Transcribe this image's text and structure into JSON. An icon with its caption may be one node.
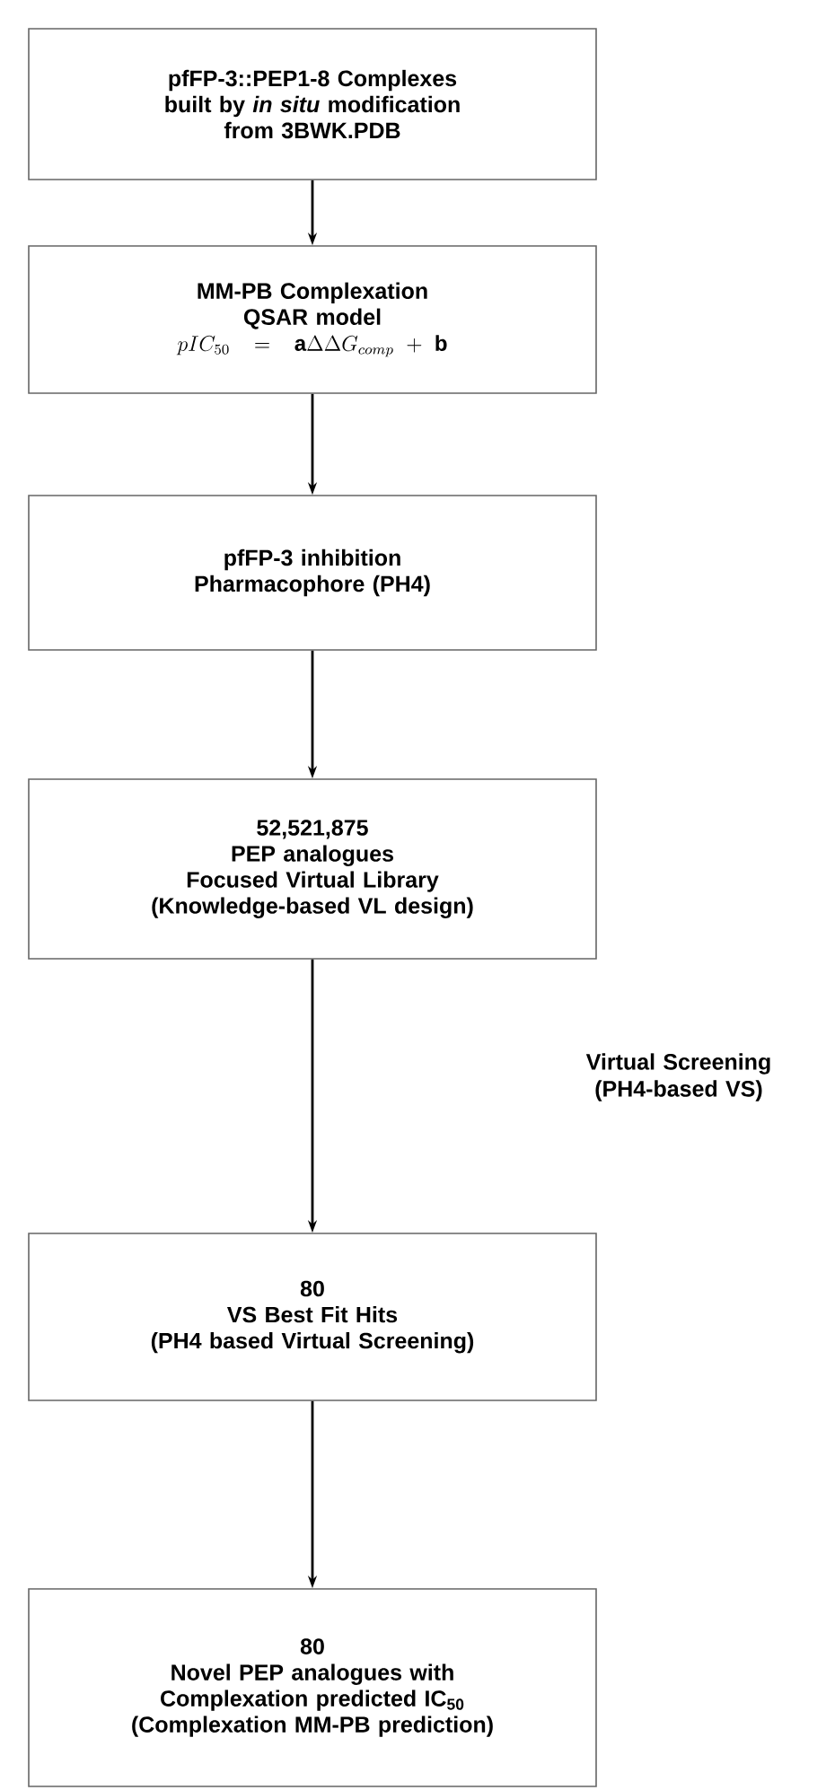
{
  "diagram": {
    "nodes": [
      {
        "text": [
          "pfFP-3::PEP1-8 Complexes",
          "built by *in situ* modification",
          "from 3BWK.PDB"
        ]
      },
      {
        "text": [
          "MM-PB Complexation",
          "QSAR model",
          "pIC_{50} = \\mathbf{a}\\Delta\\Delta G_{comp} + \\mathbf{b}"
        ]
      },
      {
        "text": [
          "pfFP-3 inhibition",
          "Pharmacophore (PH4)"
        ]
      },
      {
        "text": [
          "52,521,875",
          "PEP analogues",
          "Focused Virtual Library",
          "(Knowledge-based VL design)"
        ]
      },
      {
        "text": [
          "80",
          "VS Best Fit Hits",
          "(PH4 based Virtual Screening)"
        ]
      },
      {
        "text": [
          "80",
          "Novel PEP analogues with Complexation predicted IC$_{50}$",
          "(Complexation MM-PB prediction)"
        ]
      }
    ],
    "edges": [
      {
        "from": 0,
        "to": 1,
        "arrow": "to"
      },
      {
        "from": 1,
        "to": 2,
        "arrow": "to"
      },
      {
        "from": 2,
        "to": 3,
        "arrow": "to"
      },
      {
        "from": 3,
        "to": 4,
        "arrow": "to"
      },
      {
        "from": 4,
        "to": 5,
        "arrow": "to"
      }
    ],
    "labels": [
      "Virtual Screening (PH4-based VS)"
    ]
  }
}
